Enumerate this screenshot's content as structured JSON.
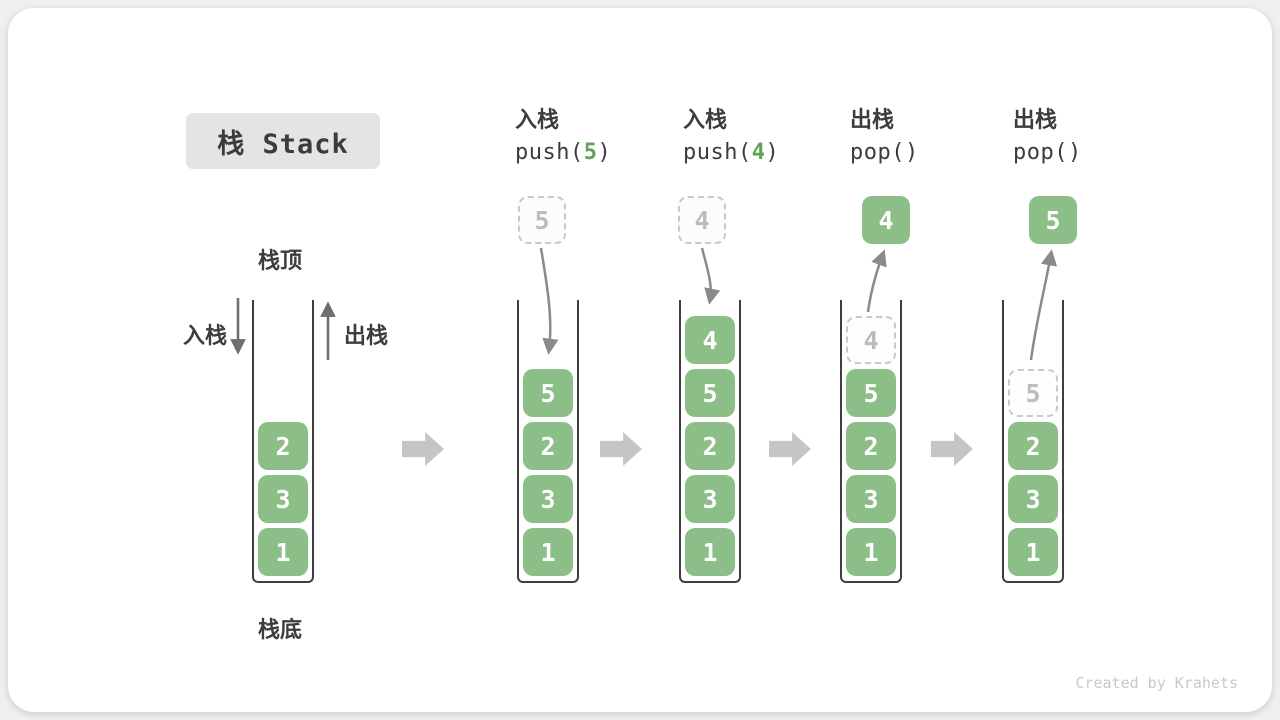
{
  "title": {
    "text": "栈 Stack"
  },
  "labels": {
    "stack_top": "栈顶",
    "stack_bottom": "栈底",
    "push_side": "入栈",
    "pop_side": "出栈"
  },
  "operations": [
    {
      "action": "入栈",
      "code_pre": "push(",
      "code_arg": "5",
      "code_suf": ")"
    },
    {
      "action": "入栈",
      "code_pre": "push(",
      "code_arg": "4",
      "code_suf": ")"
    },
    {
      "action": "出栈",
      "code_pre": "pop(",
      "code_arg": "",
      "code_suf": ")"
    },
    {
      "action": "出栈",
      "code_pre": "pop(",
      "code_arg": "",
      "code_suf": ")"
    }
  ],
  "stacks": [
    {
      "name": "initial",
      "floating": null,
      "items": [
        {
          "value": "2",
          "variant": "solid"
        },
        {
          "value": "3",
          "variant": "solid"
        },
        {
          "value": "1",
          "variant": "solid"
        }
      ]
    },
    {
      "name": "after-push-5",
      "floating": {
        "value": "5",
        "variant": "dashed"
      },
      "arrow": "into-stack",
      "items": [
        {
          "value": "5",
          "variant": "solid"
        },
        {
          "value": "2",
          "variant": "solid"
        },
        {
          "value": "3",
          "variant": "solid"
        },
        {
          "value": "1",
          "variant": "solid"
        }
      ]
    },
    {
      "name": "after-push-4",
      "floating": {
        "value": "4",
        "variant": "dashed"
      },
      "arrow": "into-stack",
      "items": [
        {
          "value": "4",
          "variant": "solid"
        },
        {
          "value": "5",
          "variant": "solid"
        },
        {
          "value": "2",
          "variant": "solid"
        },
        {
          "value": "3",
          "variant": "solid"
        },
        {
          "value": "1",
          "variant": "solid"
        }
      ]
    },
    {
      "name": "after-pop-4",
      "floating": {
        "value": "4",
        "variant": "solid"
      },
      "arrow": "out-of-stack",
      "items": [
        {
          "value": "4",
          "variant": "dashed"
        },
        {
          "value": "5",
          "variant": "solid"
        },
        {
          "value": "2",
          "variant": "solid"
        },
        {
          "value": "3",
          "variant": "solid"
        },
        {
          "value": "1",
          "variant": "solid"
        }
      ]
    },
    {
      "name": "after-pop-5",
      "floating": {
        "value": "5",
        "variant": "solid"
      },
      "arrow": "out-of-stack",
      "items": [
        {
          "value": "5",
          "variant": "dashed"
        },
        {
          "value": "2",
          "variant": "solid"
        },
        {
          "value": "3",
          "variant": "solid"
        },
        {
          "value": "1",
          "variant": "solid"
        }
      ]
    }
  ],
  "colors": {
    "item_green": "#8CBF87",
    "arg_green": "#5FA155",
    "well_border": "#3F3F3F",
    "dashed_border": "#C9C9C9",
    "dashed_text": "#BCBCBC",
    "curve_arrow": "#8A8A8A",
    "flow_arrow": "#C5C5C5",
    "title_bg": "#E4E4E4",
    "card_bg": "#FFFFFF",
    "page_bg": "#F0F0F0",
    "footer_text": "#C9C9C9"
  },
  "footer": {
    "credit": "Created by Krahets"
  }
}
